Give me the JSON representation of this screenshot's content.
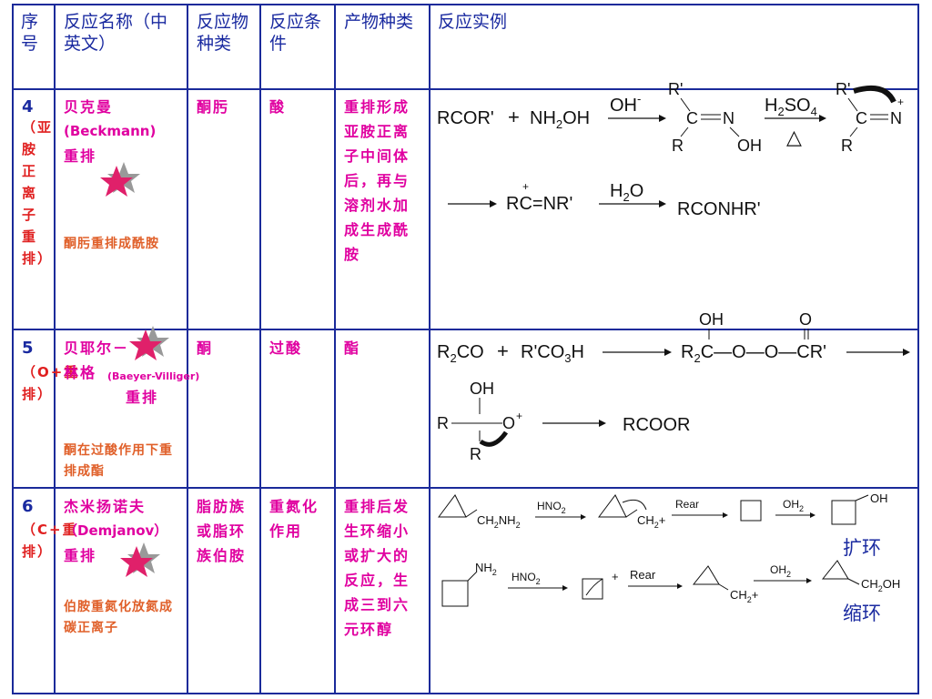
{
  "headers": {
    "seq": "序号",
    "name": "反应名称（中英文）",
    "reactant": "反应物种类",
    "condition": "反应条件",
    "product": "产物种类",
    "example": "反应实例"
  },
  "rows": [
    {
      "num": "4",
      "seq_note": "（亚胺正离子重排）",
      "name_cn1": "贝克曼",
      "name_en": "(Beckmann)",
      "name_cn2": "重排",
      "note": "酮肟重排成酰胺",
      "reactant": "酮肟",
      "condition": "酸",
      "product": "重排形成亚胺正离子中间体后，再与溶剂水加成生成酰胺"
    },
    {
      "num": "5",
      "seq_note": "（O+重排）",
      "name_cn1": "贝耶尔－",
      "name_cn2": "林格",
      "name_en": "(Baeyer-Villiger)",
      "name_cn3": "重排",
      "note": "酮在过酸作用下重排成酯",
      "reactant": "酮",
      "condition": "过酸",
      "product": "酯"
    },
    {
      "num": "6",
      "seq_note": "（C+重排）",
      "name_cn1": "杰米扬诺夫",
      "name_en": "（Demjanov）",
      "name_cn2": "重排",
      "note": "伯胺重氮化放氮成碳正离子",
      "reactant": "脂肪族或脂环族伯胺",
      "condition": "重氮化作用",
      "product": "重排后发生环缩小或扩大的反应，生成三到六元环醇"
    }
  ],
  "reactions": {
    "r4": {
      "reactant1": "RCOR'",
      "plus": "+",
      "reactant2": "NH2OH",
      "reagent1": "OH-",
      "reagent2": "H2SO4",
      "delta": "△",
      "intermediate": "RC=NR'",
      "reagent3": "H2O",
      "product": "RCONHR'"
    },
    "r5": {
      "reactant1": "R2CO",
      "plus": "+",
      "reactant2": "R'CO3H",
      "intermediate": "R2C—O—O—CR'",
      "product": "RCOOR"
    },
    "r6": {
      "reagent": "HNO2",
      "rearrange": "Rear",
      "water": "OH2",
      "expand_label": "扩环",
      "contract_label": "缩环",
      "product_contract": "CH2OH"
    }
  },
  "colors": {
    "border": "#1a2a9a",
    "magenta": "#e000a0",
    "blue": "#1a2aa0",
    "red": "#e02020",
    "orange": "#e0602a"
  }
}
